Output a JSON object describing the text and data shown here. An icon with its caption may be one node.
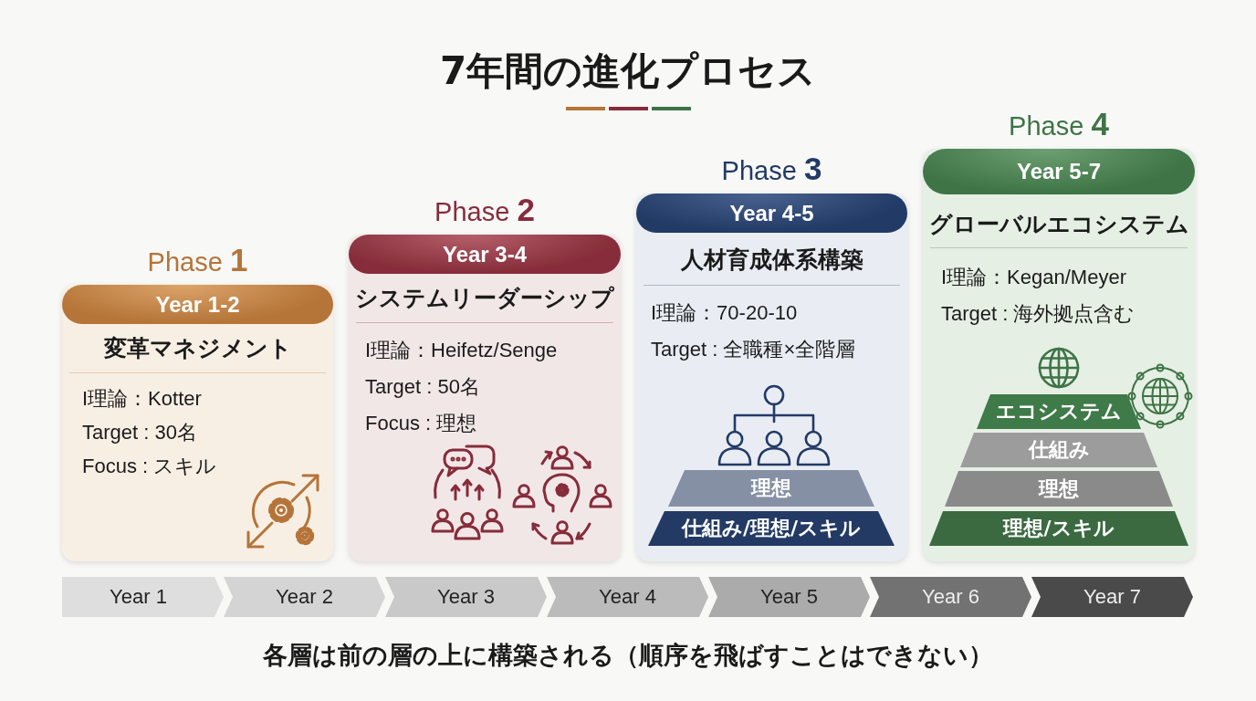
{
  "diagram": {
    "title": "7年間の進化プロセス",
    "nodes": [
      {
        "text": [
          "Phase **1**",
          "変革マネジメント",
          "I理論：Kotter",
          "Target : 30名",
          "Focus : スキル"
        ]
      },
      {
        "text": [
          "Year 1-2"
        ],
        "in": 0
      },
      {
        "text": [
          "Phase **2**",
          "システムリーダーシップ",
          "I理論：Heifetz/Senge",
          "Target : 50名",
          "Focus : 理想"
        ]
      },
      {
        "text": [
          "Year 3-4"
        ],
        "in": 2
      },
      {
        "text": [
          "Phase **3**",
          "人材育成体系構築",
          "I理論：70-20-10",
          "Target : 全職種×全階層"
        ]
      },
      {
        "text": [
          "Year 4-5"
        ],
        "in": 4
      },
      {
        "text": [
          "理想"
        ],
        "in": 4
      },
      {
        "text": [
          "仕組み/理想/スキル"
        ],
        "in": 4
      },
      {
        "text": [
          "Phase **4**",
          "グローバルエコシステム",
          "I理論：Kegan/Meyer",
          "Target : 海外拠点含む"
        ]
      },
      {
        "text": [
          "Year 5-7"
        ],
        "in": 8
      },
      {
        "text": [
          "エコシステム"
        ],
        "in": 8
      },
      {
        "text": [
          "仕組み"
        ],
        "in": 8
      },
      {
        "text": [
          "理想"
        ],
        "in": 8
      },
      {
        "text": [
          "理想/スキル"
        ],
        "in": 8
      },
      {
        "text": [
          "Year 1"
        ]
      },
      {
        "text": [
          "Year 2"
        ]
      },
      {
        "text": [
          "Year 3"
        ]
      },
      {
        "text": [
          "Year 4"
        ]
      },
      {
        "text": [
          "Year 5"
        ]
      },
      {
        "text": [
          "Year 6"
        ]
      },
      {
        "text": [
          "Year 7"
        ]
      }
    ],
    "edges": [],
    "caption": "各層は前の層の上に構築される（順序を飛ばすことはできない）"
  }
}
